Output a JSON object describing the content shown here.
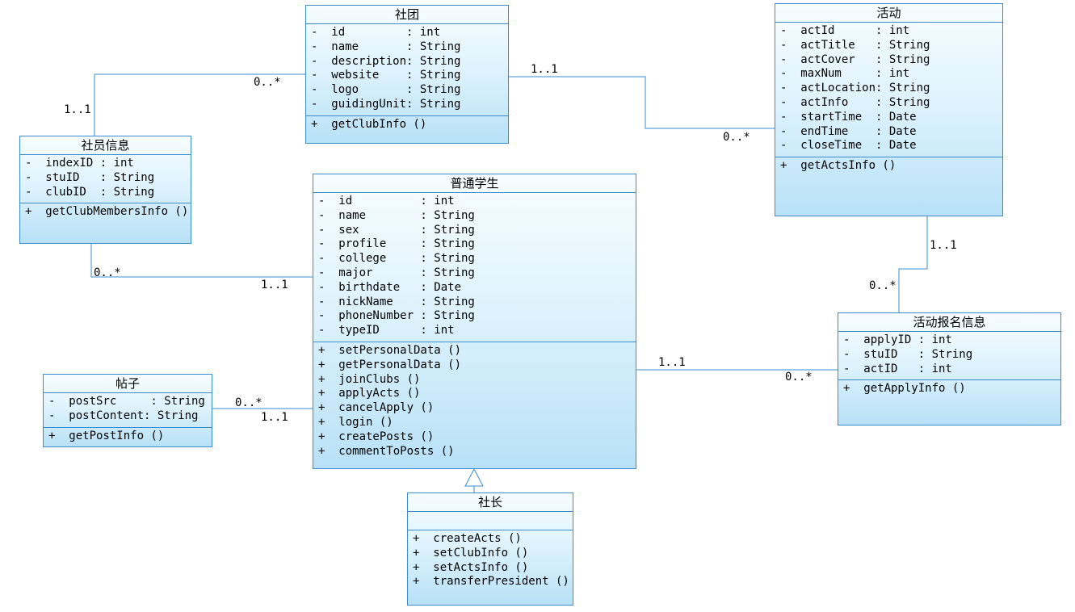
{
  "classes": [
    {
      "id": "club",
      "name": "社团",
      "attributes": [
        "-  id         : int",
        "-  name       : String",
        "-  description: String",
        "-  website    : String",
        "-  logo       : String",
        "-  guidingUnit: String"
      ],
      "methods": [
        "+  getClubInfo ()"
      ]
    },
    {
      "id": "activity",
      "name": "活动",
      "attributes": [
        "-  actId      : int",
        "-  actTitle   : String",
        "-  actCover   : String",
        "-  maxNum     : int",
        "-  actLocation: String",
        "-  actInfo    : String",
        "-  startTime  : Date",
        "-  endTime    : Date",
        "-  closeTime  : Date"
      ],
      "methods": [
        "+  getActsInfo ()"
      ]
    },
    {
      "id": "member",
      "name": "社员信息",
      "attributes": [
        "-  indexID : int",
        "-  stuID   : String",
        "-  clubID  : String"
      ],
      "methods": [
        "+  getClubMembersInfo ()"
      ]
    },
    {
      "id": "student",
      "name": "普通学生",
      "attributes": [
        "-  id          : int",
        "-  name        : String",
        "-  sex         : String",
        "-  profile     : String",
        "-  college     : String",
        "-  major       : String",
        "-  birthdate   : Date",
        "-  nickName    : String",
        "-  phoneNumber : String",
        "-  typeID      : int"
      ],
      "methods": [
        "+  setPersonalData ()",
        "+  getPersonalData ()",
        "+  joinClubs ()",
        "+  applyActs ()",
        "+  cancelApply ()",
        "+  login ()",
        "+  createPosts ()",
        "+  commentToPosts ()"
      ]
    },
    {
      "id": "apply",
      "name": "活动报名信息",
      "attributes": [
        "-  applyID : int",
        "-  stuID   : String",
        "-  actID   : int"
      ],
      "methods": [
        "+  getApplyInfo ()"
      ]
    },
    {
      "id": "post",
      "name": "帖子",
      "attributes": [
        "-  postSrc     : String",
        "-  postContent: String"
      ],
      "methods": [
        "+  getPostInfo ()"
      ]
    },
    {
      "id": "president",
      "name": "社长",
      "attributes": [],
      "methods": [
        "+  createActs ()",
        "+  setClubInfo ()",
        "+  setActsInfo ()",
        "+  transferPresident ()"
      ]
    }
  ],
  "multiplicities": {
    "member_club_near_member": "1..1",
    "member_club_near_club": "0..*",
    "club_activity_near_club": "1..1",
    "club_activity_near_activity": "0..*",
    "activity_apply_near_activity": "1..1",
    "activity_apply_near_apply": "0..*",
    "member_student_near_member": "0..*",
    "member_student_near_student": "1..1",
    "student_apply_near_student": "1..1",
    "student_apply_near_apply": "0..*",
    "post_student_near_post": "0..*",
    "post_student_near_student": "1..1"
  },
  "colors": {
    "border": "#3a8ccf",
    "line": "#3a8ccf",
    "fill_top": "#f7fdff",
    "fill_bottom": "#b8e1f7"
  }
}
